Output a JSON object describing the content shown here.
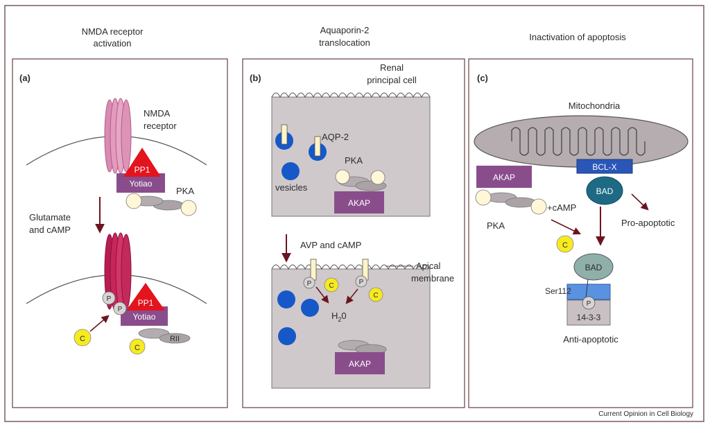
{
  "columns": {
    "a": {
      "title_line1": "NMDA receptor",
      "title_line2": "activation"
    },
    "b": {
      "title_line1": "Aquaporin-2",
      "title_line2": "translocation"
    },
    "c": {
      "title": "Inactivation of apoptosis"
    }
  },
  "panel_a": {
    "label": "(a)",
    "receptor_line1": "NMDA",
    "receptor_line2": "receptor",
    "pp1": "PP1",
    "yotiao": "Yotiao",
    "pka": "PKA",
    "step_line1": "Glutamate",
    "step_line2": "and cAMP",
    "phospho": "P",
    "catalytic": "C",
    "rii": "RII"
  },
  "panel_b": {
    "label": "(b)",
    "cell_line1": "Renal",
    "cell_line2": "principal cell",
    "aqp2": "AQP-2",
    "pka": "PKA",
    "vesicles": "vesicles",
    "akap": "AKAP",
    "step": "AVP and cAMP",
    "membrane_line1": "Apical",
    "membrane_line2": "membrane",
    "phospho": "P",
    "catalytic": "C",
    "water": "H",
    "water_sub": "2",
    "water_tail": "0"
  },
  "panel_c": {
    "label": "(c)",
    "mito": "Mitochondria",
    "akap": "AKAP",
    "bclx": "BCL-X",
    "bad": "BAD",
    "pro": "Pro-apoptotic",
    "camp": "+cAMP",
    "pka": "PKA",
    "catalytic": "C",
    "ser": "Ser112",
    "phospho": "P",
    "ywhaz": "14-3-3",
    "anti": "Anti-apoptotic"
  },
  "footer": {
    "credit": "Current Opinion in Cell Biology"
  },
  "colors": {
    "receptor_pink": "#e39bbd",
    "receptor_crimson": "#c8265a",
    "pp1_red": "#e3141e",
    "yotiao_purple": "#8a4d8c",
    "vesicle_blue": "#1658c8",
    "catalytic_yellow": "#f6ea20",
    "bclx_blue": "#2a56b8",
    "bad_teal": "#1e6a84",
    "cell_grey": "#cfc9cb"
  }
}
